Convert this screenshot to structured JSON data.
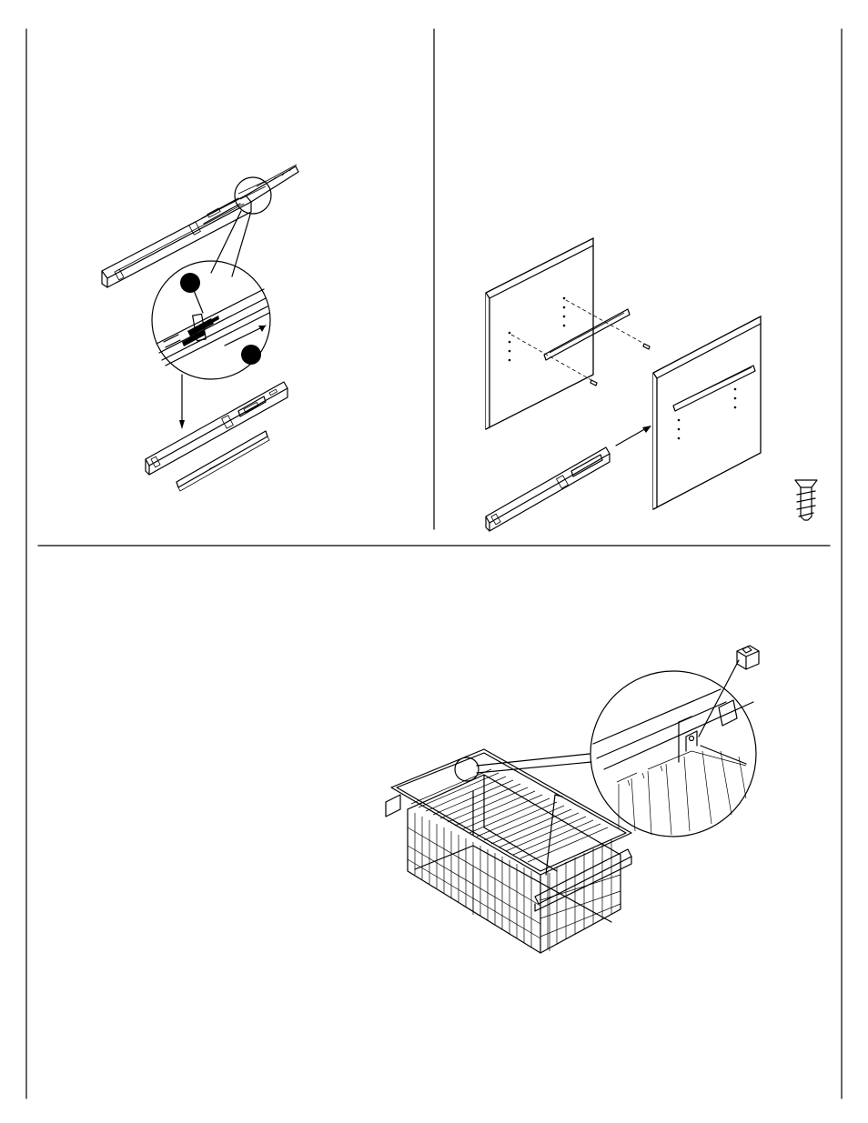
{
  "page": {
    "background": "#ffffff",
    "ink": "#000000"
  },
  "sections": [
    {
      "id": "step-slide-separation",
      "icons": [
        "drawer-slide-icon",
        "magnifier-detail-icon",
        "release-lever-icon"
      ]
    },
    {
      "id": "step-panel-mounting",
      "icons": [
        "side-panel-icon",
        "mounting-screw-icon",
        "drawer-slide-icon"
      ]
    },
    {
      "id": "step-basket-installation",
      "icons": [
        "wire-basket-icon",
        "bracket-clip-icon",
        "magnifier-detail-icon"
      ]
    }
  ]
}
